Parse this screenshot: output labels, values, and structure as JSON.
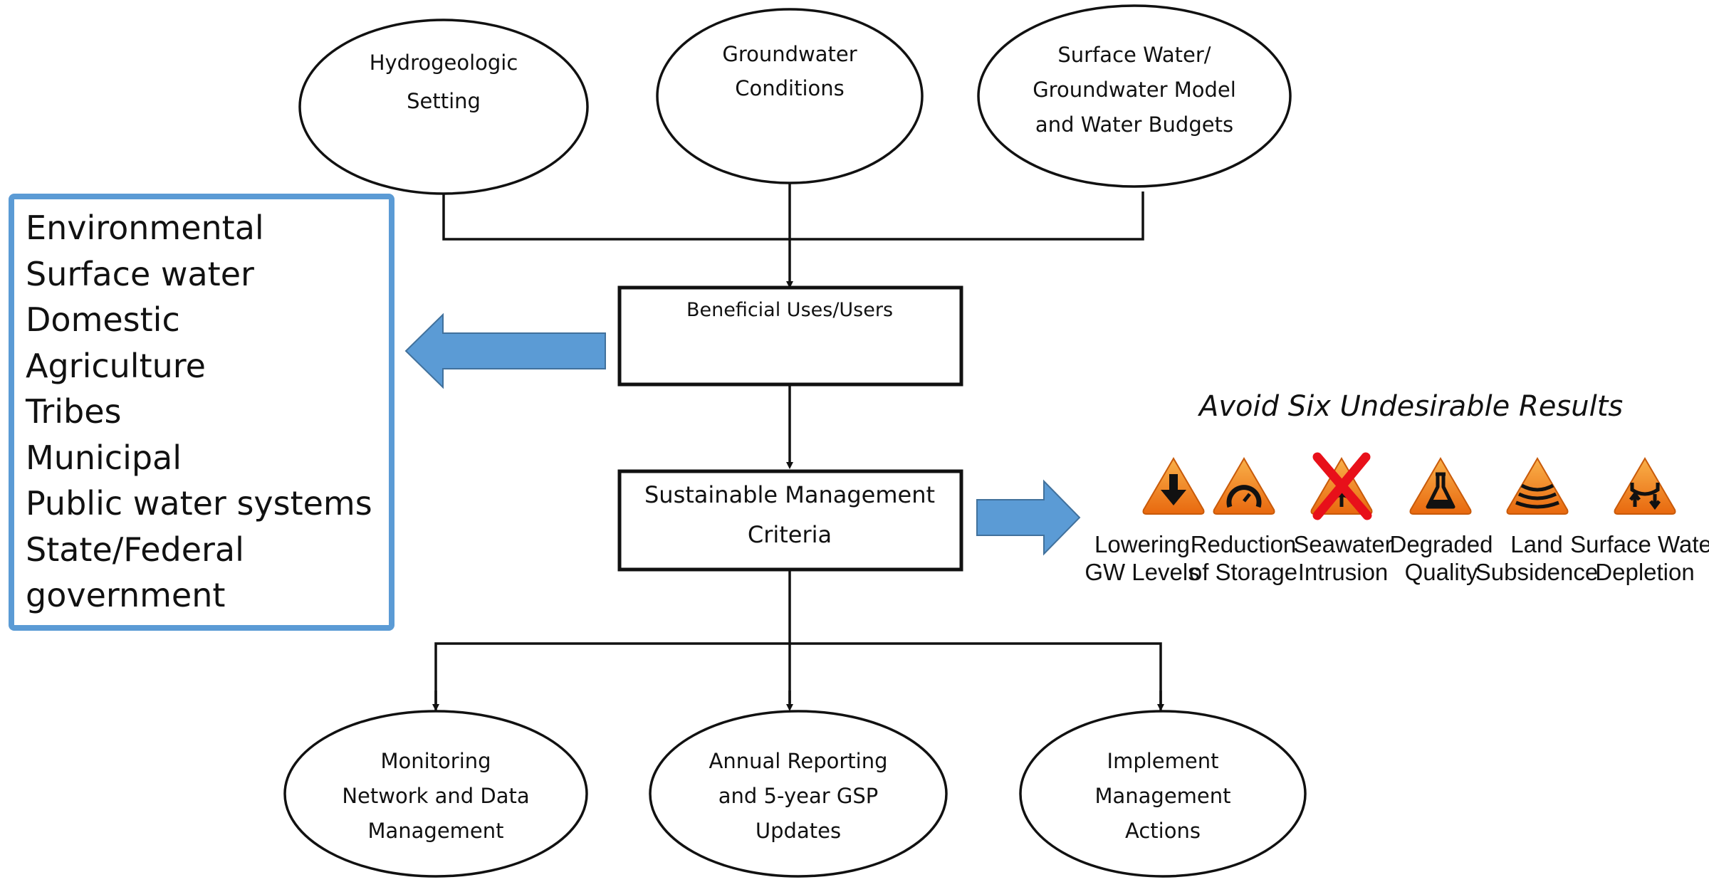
{
  "top_nodes": [
    {
      "lines": [
        "Hydrogeologic",
        "Setting"
      ]
    },
    {
      "lines": [
        "Groundwater",
        "Conditions"
      ]
    },
    {
      "lines": [
        "Surface Water/",
        "Groundwater Model",
        "and Water Budgets"
      ]
    }
  ],
  "beneficial_uses": {
    "label": "Beneficial Uses/Users"
  },
  "sustainable_management": {
    "lines": [
      "Sustainable Management",
      "Criteria"
    ]
  },
  "users": [
    "Environmental",
    "Surface water",
    "Domestic",
    "Agriculture",
    "Tribes",
    "Municipal",
    "Public water systems",
    "State/Federal",
    "government"
  ],
  "undesirable_results": {
    "title": "Avoid Six Undesirable Results",
    "items": [
      {
        "lines": [
          "Lowering",
          "GW Levels"
        ],
        "icon": "down-arrow-warning-icon",
        "crossed": false
      },
      {
        "lines": [
          "Reduction",
          "of Storage"
        ],
        "icon": "gauge-warning-icon",
        "crossed": false
      },
      {
        "lines": [
          "Seawater",
          "Intrusion"
        ],
        "icon": "seawater-warning-icon",
        "crossed": true
      },
      {
        "lines": [
          "Degraded",
          "Quality"
        ],
        "icon": "flask-warning-icon",
        "crossed": false
      },
      {
        "lines": [
          "Land",
          "Subsidence"
        ],
        "icon": "waves-warning-icon",
        "crossed": false
      },
      {
        "lines": [
          "Surface Water",
          "Depletion"
        ],
        "icon": "depletion-warning-icon",
        "crossed": false
      }
    ],
    "colors": {
      "triangle": "#f07a1a",
      "triangle_light": "#f7a23c",
      "cross": "#e8101a"
    }
  },
  "bottom_nodes": [
    {
      "lines": [
        "Monitoring",
        "Network and Data",
        "Management"
      ]
    },
    {
      "lines": [
        "Annual Reporting",
        "and 5-year GSP",
        "Updates"
      ]
    },
    {
      "lines": [
        "Implement",
        "Management",
        "Actions"
      ]
    }
  ],
  "colors": {
    "arrow_fill": "#5b9bd5",
    "users_border": "#5b9bd5",
    "lines": "#111111"
  }
}
